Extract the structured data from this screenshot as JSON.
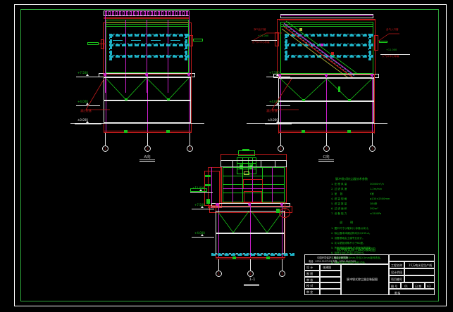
{
  "drawing": {
    "sheet_size": "A3",
    "background": "#000000",
    "frame_color": "#2faa3c",
    "border_color": "#ffffff"
  },
  "views": [
    {
      "id": "view-left-elevation",
      "title": "A向",
      "elevations": [
        "+7.500",
        "+4.000",
        "±0.000"
      ],
      "ground_note": "灌注桩基",
      "grid_marks": [
        "1",
        "2",
        "3"
      ]
    },
    {
      "id": "view-right-elevation",
      "title": "C向",
      "title_alt": "C向",
      "elevations": [
        "+11.000",
        "+7.500",
        "+4.000",
        "±0.000"
      ],
      "ground_note": "灌注桩基",
      "leaders": [
        {
          "text": "净气出口管",
          "color": "#c21b1b"
        },
        {
          "text": "+11.000",
          "color": "#19c319"
        },
        {
          "text": "出气口中心标高",
          "color": "#c21b1b"
        },
        {
          "text": "含气入口管",
          "color": "#c21b1b"
        },
        {
          "text": "+11.000",
          "color": "#19c319"
        },
        {
          "text": "入气口中心标高",
          "color": "#c21b1b"
        }
      ],
      "grid_marks": [
        "1",
        "2",
        "3"
      ]
    },
    {
      "id": "view-section",
      "title": "1-1",
      "elevations": [
        "+11.000",
        "+7.500",
        "+4.000"
      ],
      "grid_marks": [
        "1",
        "2",
        "3"
      ]
    }
  ],
  "notes": {
    "heading": "脉冲袋式除尘器技术参数",
    "spec_rows": [
      {
        "label": "1. 处 理 风 量",
        "value": "30000m³/h"
      },
      {
        "label": "2. 过 滤 风 速",
        "value": "1.2m/min"
      },
      {
        "label": "3. 室    数",
        "value": "6室"
      },
      {
        "label": "4. 滤 袋 规 格",
        "value": "φ130×2500mm"
      },
      {
        "label": "5. 滤 袋 数 量",
        "value": "384条"
      },
      {
        "label": "6. 过 滤 面 积",
        "value": "392m²"
      },
      {
        "label": "7. 设 备 阻 力",
        "value": "≤1500Pa"
      }
    ],
    "items_heading": "说        明",
    "items": [
      "1. 图中尺寸以毫米计,标高以米计。",
      "2. 除尘器本体钢结构均为Q235-A。",
      "3. 设备基础由土建专业设计。",
      "4. 灰斗壁板倾角不小于60度。",
      "5. 所有焊缝须满焊,不得有渗漏现象。",
      "6. 检修平台栏杆高1100mm。",
      "7. 保温层厚度50mm,外包0.5mm镀锌铁皮。",
      "8. 设备安装后须做严密性试验。"
    ]
  },
  "title_block": {
    "company_line1": "中国环境保护工程设计研究院",
    "company_line2": "电话：0791-5127123    传真：0791-5127122",
    "header_green": "脉冲袋式除尘器总装配图",
    "rows": [
      {
        "label": "设 计",
        "value": "张建国"
      },
      {
        "label": "制 图",
        "value": ""
      },
      {
        "label": "审 核",
        "value": ""
      },
      {
        "label": "校 对",
        "value": ""
      },
      {
        "label": "审 定",
        "value": ""
      }
    ],
    "drawing_name": "脉冲袋式除尘器总装配图",
    "right_rows": [
      {
        "label": "工程名称",
        "value": "15万吨水泥生产线"
      },
      {
        "label": "设计阶段",
        "value": ""
      },
      {
        "label": "项目编号",
        "value": ""
      }
    ],
    "bottom_cells": [
      {
        "label": "图 号",
        "value": "01"
      },
      {
        "label": "日 期",
        "value": ""
      },
      {
        "label": "图 幅",
        "value": "A3"
      }
    ]
  }
}
